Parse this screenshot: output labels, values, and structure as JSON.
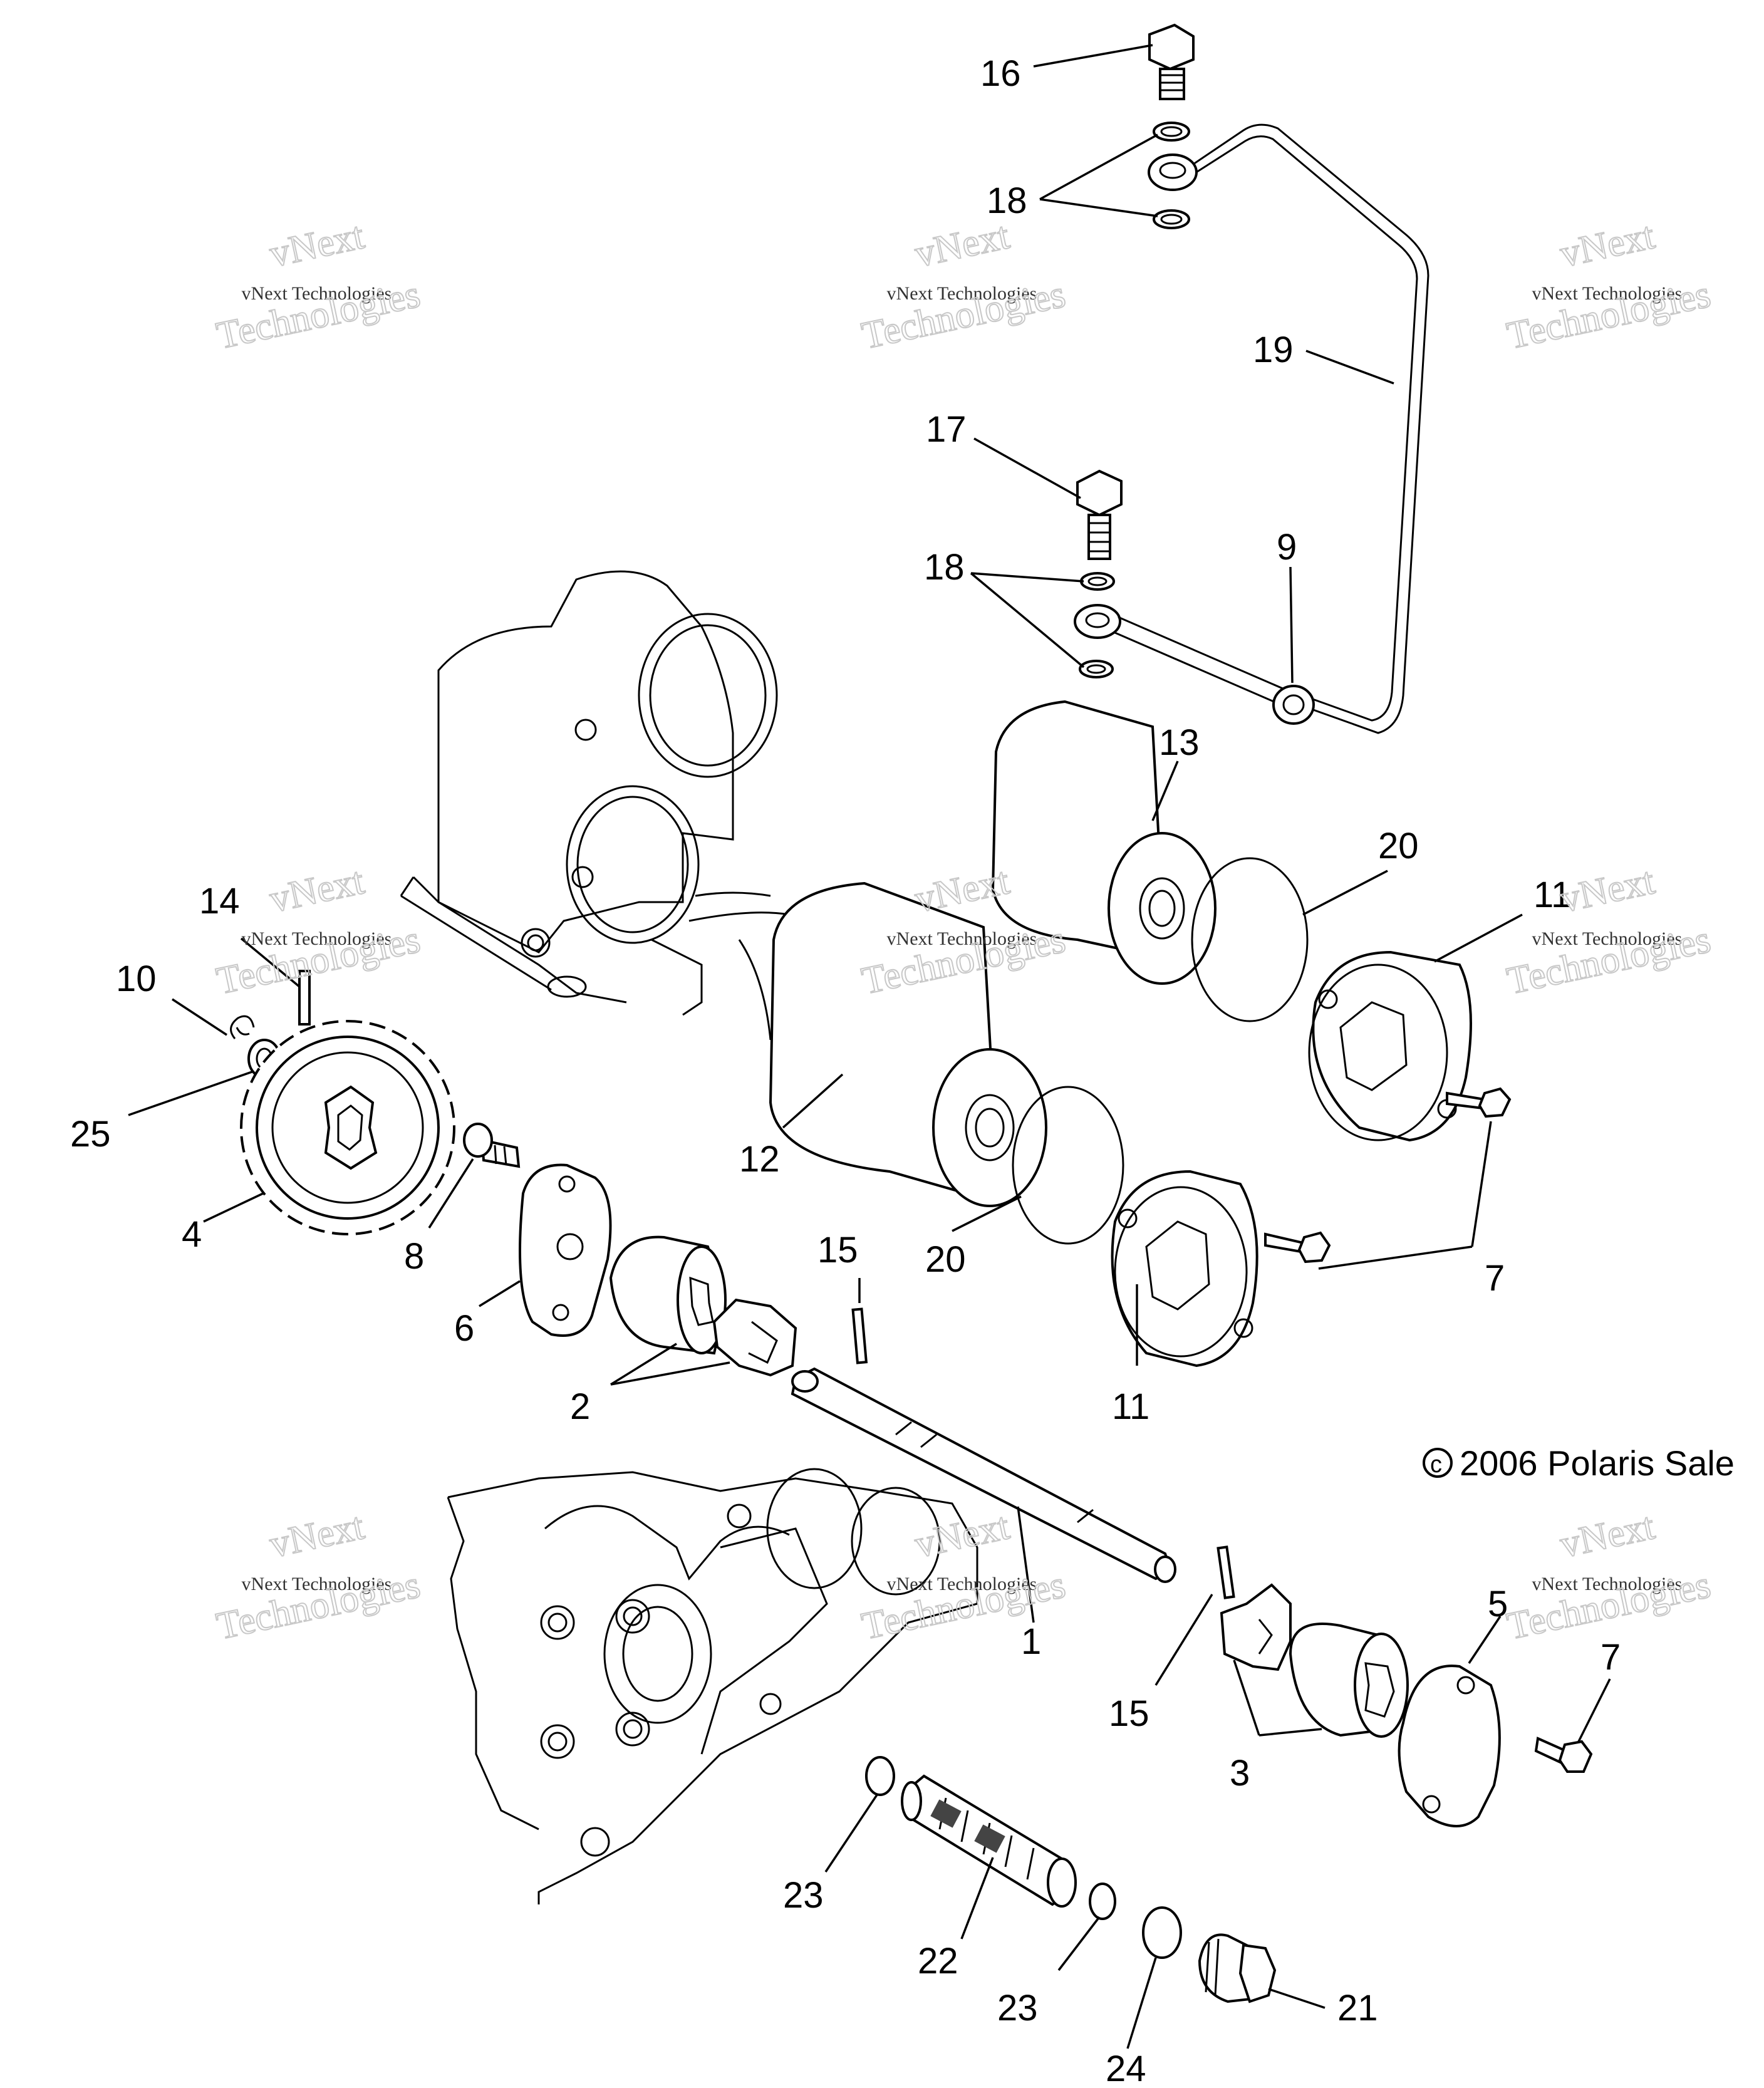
{
  "callouts": {
    "c16": "16",
    "c18a": "18",
    "c19": "19",
    "c17": "17",
    "c18b": "18",
    "c9": "9",
    "c13": "13",
    "c20a": "20",
    "c11a": "11",
    "c14": "14",
    "c10": "10",
    "c25": "25",
    "c12": "12",
    "c4": "4",
    "c8": "8",
    "c20b": "20",
    "c7a": "7",
    "c6": "6",
    "c15a": "15",
    "c2": "2",
    "c11b": "11",
    "c1": "1",
    "c15b": "15",
    "c5": "5",
    "c7b": "7",
    "c3": "3",
    "c23a": "23",
    "c22": "22",
    "c23b": "23",
    "c21": "21",
    "c24": "24"
  },
  "copyright": {
    "symbol": "c",
    "text": "2006 Polaris Sale"
  },
  "watermark": {
    "line1": "vNext",
    "line2": "vNext Technologies",
    "line3": "Technologies"
  }
}
